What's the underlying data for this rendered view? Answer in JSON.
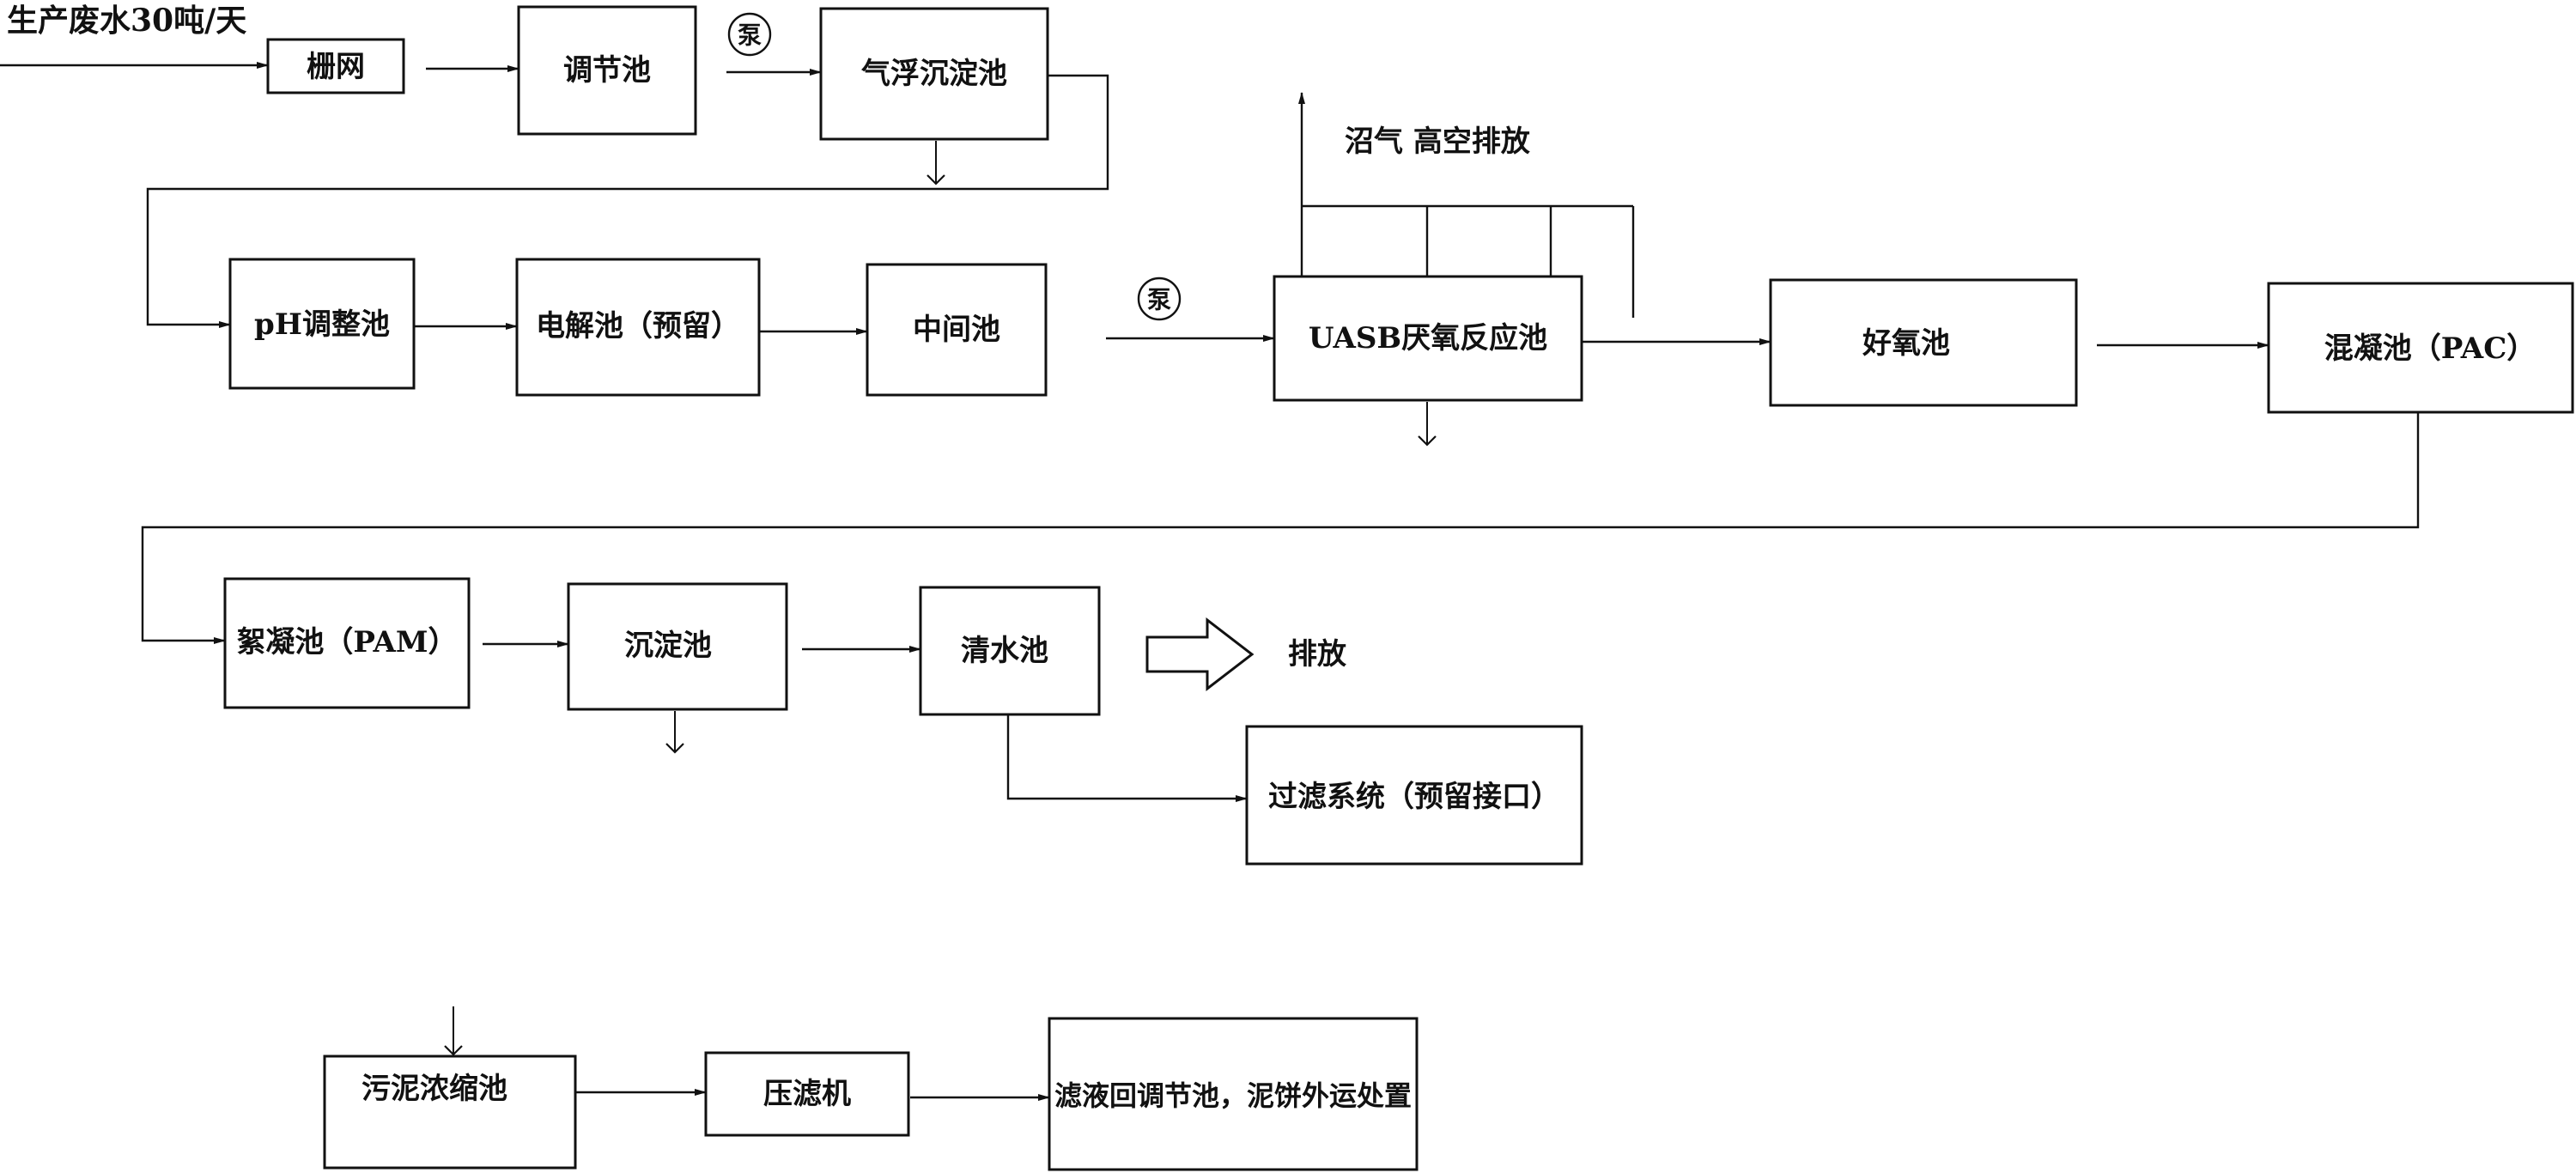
{
  "diagram": {
    "input_label": "生产废水30吨/天",
    "pump_label": "泵",
    "biogas_label": "沼气 高空排放",
    "discharge_label": "排放",
    "nodes": {
      "screen": "栅网",
      "equalization": "调节池",
      "flotation": "气浮沉淀池",
      "ph_adjust": "pH调整池",
      "electrolysis": "电解池（预留）",
      "intermediate": "中间池",
      "uasb": "UASB厌氧反应池",
      "aerobic": "好氧池",
      "coagulation": "混凝池（PAC）",
      "flocculation": "絮凝池（PAM）",
      "sedimentation": "沉淀池",
      "clear_water": "清水池",
      "filtration": "过滤系统（预留接口）",
      "sludge_thickener": "污泥浓缩池",
      "filter_press": "压滤机",
      "filtrate_return": "滤液回调节池，泥饼外运处置"
    }
  }
}
